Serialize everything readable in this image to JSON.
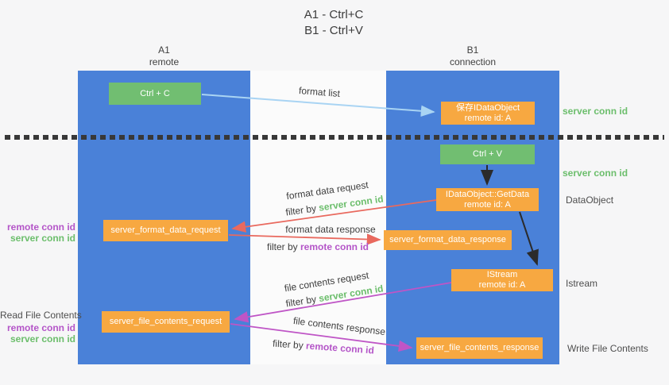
{
  "title": {
    "line1": "A1 - Ctrl+C",
    "line2": "B1 - Ctrl+V"
  },
  "columns": {
    "left": {
      "name": "A1",
      "subtitle": "remote"
    },
    "right": {
      "name": "B1",
      "subtitle": "connection"
    }
  },
  "nodes": {
    "ctrl_c": "Ctrl + C",
    "ctrl_v": "Ctrl + V",
    "save_idataobject": {
      "line1": "保存IDataObject",
      "line2": "remote id: A"
    },
    "getdata": {
      "line1": "IDataObject::GetData",
      "line2": "remote id: A"
    },
    "istream": {
      "line1": "IStream",
      "line2": "remote id: A"
    },
    "format_request": "server_format_data_request",
    "format_response": "server_format_data_response",
    "file_request": "server_file_contents_request",
    "file_response": "server_file_contents_response"
  },
  "arrow_labels": {
    "format_list": "format list",
    "format_data_request": "format data request",
    "filter_by_server_1": {
      "prefix": "filter by ",
      "value": "server conn id"
    },
    "format_data_response": "format data response",
    "filter_by_remote_1": {
      "prefix": "filter by ",
      "value": "remote conn id"
    },
    "file_contents_request": "file contents request",
    "filter_by_server_2": {
      "prefix": "filter by ",
      "value": "server conn id"
    },
    "file_contents_response": "file contents response",
    "filter_by_remote_2": {
      "prefix": "filter by ",
      "value": "remote conn id"
    }
  },
  "labels_left": {
    "remote_conn_id_top": "remote conn id",
    "server_conn_id_top": "server conn id",
    "read_file": "Read File Contents",
    "remote_conn_id_bottom": "remote conn id",
    "server_conn_id_bottom": "server conn id"
  },
  "labels_right": {
    "server_conn_id_top": "server conn id",
    "server_conn_id_mid": "server conn id",
    "dataobject": "DataObject",
    "istream": "Istream",
    "write_file": "Write File Contents"
  },
  "colors": {
    "lane_blue": "#4a81d8",
    "box_orange": "#f7a841",
    "box_green": "#71be71",
    "arrow_light_blue": "#a9d4f3",
    "arrow_red": "#e9695e",
    "arrow_magenta": "#bf55c6",
    "arrow_black": "#2b2b2b",
    "text_green": "#6cbe6c",
    "text_purple": "#b455c8",
    "text_gray": "#4e4e4e"
  }
}
